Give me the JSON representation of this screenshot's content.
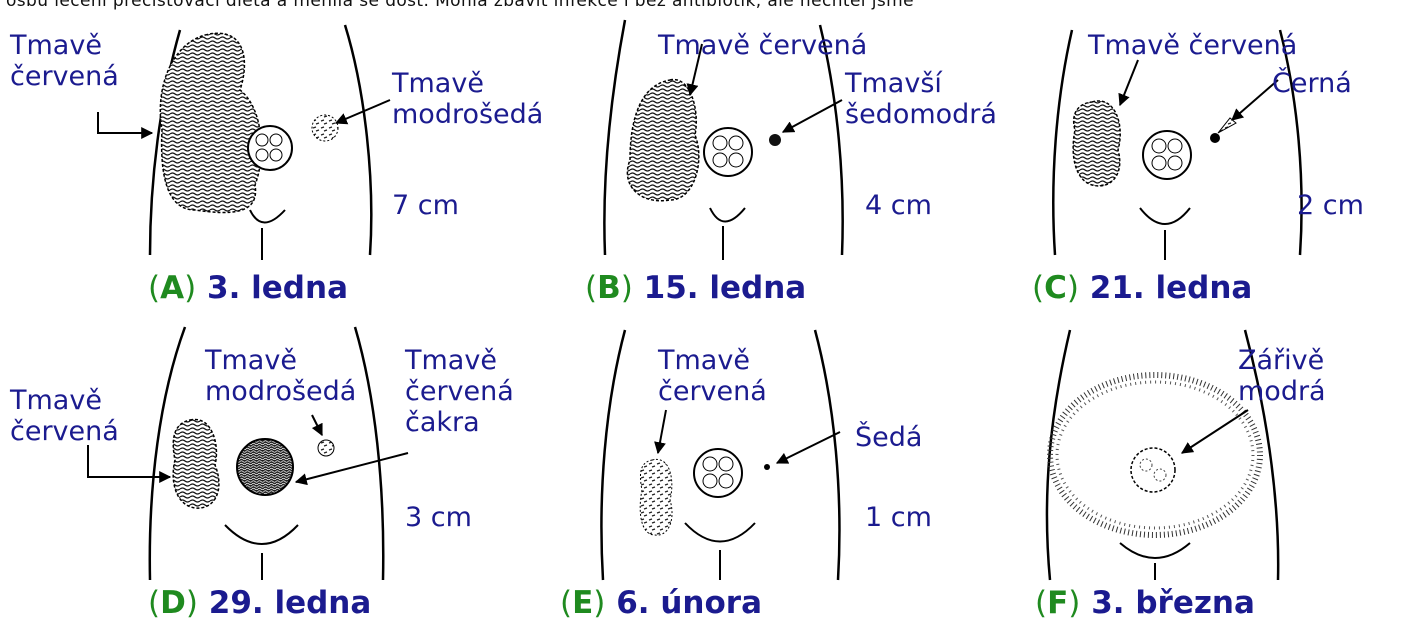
{
  "header_fragment": "osbu léčení přečistovací dieta a měnila se dost. Mohla zbavit infekce i bez antibiotik, ale nechtěl jsme",
  "colors": {
    "label": "#1b1b8f",
    "caption_letter": "#1f8a1f",
    "caption_date": "#1b1b8f"
  },
  "panels": [
    {
      "letter": "A",
      "date": "3. ledna",
      "size": "7 cm",
      "labels": [
        "Tmavě\nčervená",
        "Tmavě\nmodrošedá"
      ]
    },
    {
      "letter": "B",
      "date": "15. ledna",
      "size": "4 cm",
      "labels": [
        "Tmavě červená",
        "Tmavší\nšedomodrá"
      ]
    },
    {
      "letter": "C",
      "date": "21. ledna",
      "size": "2 cm",
      "labels": [
        "Tmavě červená",
        "Černá"
      ]
    },
    {
      "letter": "D",
      "date": "29. ledna",
      "size": "3 cm",
      "labels": [
        "Tmavě\nčervená",
        "Tmavě\nmodrošedá",
        "Tmavě\nčervená\nčakra"
      ]
    },
    {
      "letter": "E",
      "date": "6. února",
      "size": "1 cm",
      "labels": [
        "Tmavě\nčervená",
        "Šedá"
      ]
    },
    {
      "letter": "F",
      "date": "3. března",
      "size": "",
      "labels": [
        "Zářivě\nmodrá"
      ]
    }
  ]
}
